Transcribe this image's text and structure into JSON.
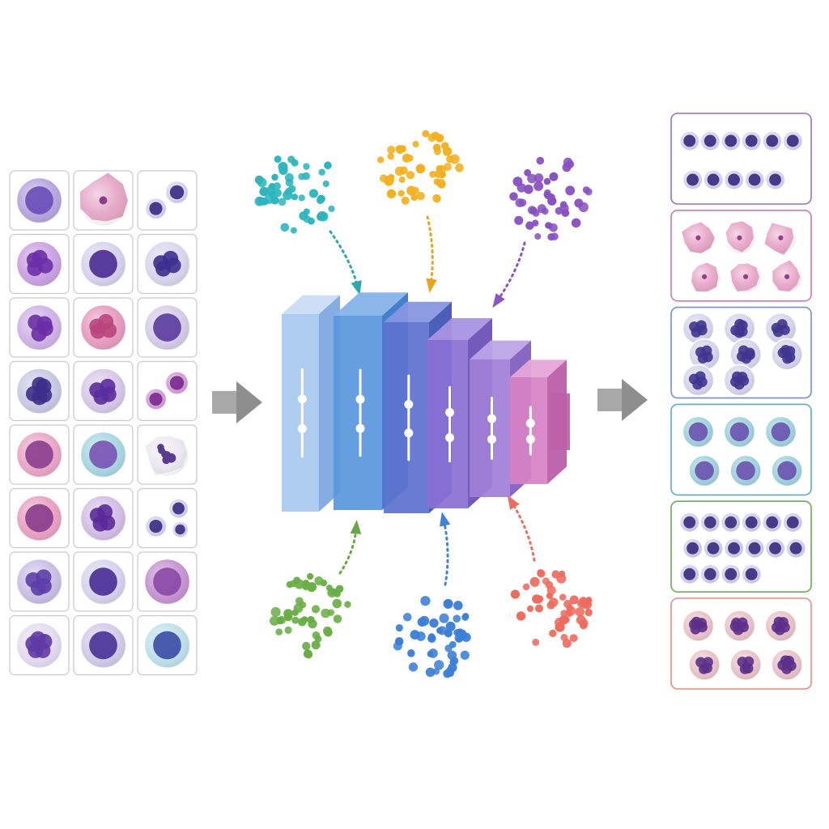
{
  "input_grid": {
    "rows": 8,
    "cols": 3,
    "tiles": [
      {
        "cell": "lymphocyte",
        "body": "#b7a6df",
        "nucleus": "#6a4fb8",
        "form": "round"
      },
      {
        "cell": "squamous-cell",
        "body": "#e5a6c6",
        "nucleus": "#8a3f8c",
        "form": "irregular"
      },
      {
        "cell": "small-cells-pair",
        "body": "#d7d2ec",
        "nucleus": "#3b2c85",
        "form": "pair"
      },
      {
        "cell": "neutrophil",
        "body": "#caa2e2",
        "nucleus": "#6b2fa8",
        "form": "lobed"
      },
      {
        "cell": "lymphocyte",
        "body": "#d8d3ef",
        "nucleus": "#4c2f96",
        "form": "round"
      },
      {
        "cell": "neutrophil",
        "body": "#d9d6ee",
        "nucleus": "#3d2f8f",
        "form": "lobed"
      },
      {
        "cell": "neutrophil",
        "body": "#d0b3e8",
        "nucleus": "#6a2ea6",
        "form": "lobed"
      },
      {
        "cell": "eosinophil",
        "body": "#e79cc0",
        "nucleus": "#b8457d",
        "form": "lobed"
      },
      {
        "cell": "lymphocyte",
        "body": "#d6cde9",
        "nucleus": "#5b3e9e",
        "form": "round"
      },
      {
        "cell": "neutrophil",
        "body": "#c9c9e6",
        "nucleus": "#3d2d8a",
        "form": "lobed"
      },
      {
        "cell": "neutrophil",
        "body": "#d8c8ea",
        "nucleus": "#5a2c9c",
        "form": "lobed"
      },
      {
        "cell": "red-cells-pair",
        "body": "#d59ad8",
        "nucleus": "#7a2a8f",
        "form": "pair"
      },
      {
        "cell": "squamous-cell",
        "body": "#eaa7c8",
        "nucleus": "#8d3f8f",
        "form": "round"
      },
      {
        "cell": "monocyte",
        "body": "#a8d8e2",
        "nucleus": "#7a56b4",
        "form": "round"
      },
      {
        "cell": "platelet-cluster",
        "body": "#ece8f1",
        "nucleus": "#5a3a92",
        "form": "scatter"
      },
      {
        "cell": "squamous-cell",
        "body": "#e9a3c3",
        "nucleus": "#8a3d8c",
        "form": "round"
      },
      {
        "cell": "basophil",
        "body": "#d4bfe6",
        "nucleus": "#5a2a99",
        "form": "lobed"
      },
      {
        "cell": "small-cells-trio",
        "body": "#d2d2ea",
        "nucleus": "#3c2d86",
        "form": "trio"
      },
      {
        "cell": "monocyte",
        "body": "#c9c0e6",
        "nucleus": "#5d3ea8",
        "form": "lobed"
      },
      {
        "cell": "lymphocyte",
        "body": "#d8d3ef",
        "nucleus": "#4a2f96",
        "form": "round"
      },
      {
        "cell": "basophil",
        "body": "#c894d2",
        "nucleus": "#8a4aa8",
        "form": "round"
      },
      {
        "cell": "neutrophil",
        "body": "#e5dcf1",
        "nucleus": "#5f3aa4",
        "form": "lobed"
      },
      {
        "cell": "lymphocyte",
        "body": "#d2cce9",
        "nucleus": "#4b3498",
        "form": "round"
      },
      {
        "cell": "monocyte",
        "body": "#bfe2ec",
        "nucleus": "#3e4ea8",
        "form": "round"
      }
    ]
  },
  "input_arrow_icon": "arrow-right-icon",
  "output_arrow_icon": "arrow-right-icon",
  "network": {
    "icon": "cnn-layers-icon",
    "layers": [
      {
        "name": "layer-1",
        "front": "#a9c8f0",
        "side": "#7fa9df",
        "top": "#c9ddf6"
      },
      {
        "name": "layer-2",
        "front": "#5b97de",
        "side": "#3a78c9",
        "top": "#86b3ea"
      },
      {
        "name": "layer-3",
        "front": "#5c73cf",
        "side": "#4256b3",
        "top": "#8797e0"
      },
      {
        "name": "layer-4",
        "front": "#8a70d4",
        "side": "#6c52b8",
        "top": "#a893e1"
      },
      {
        "name": "layer-5",
        "front": "#a07fd8",
        "side": "#8360c0",
        "top": "#bca4e6"
      },
      {
        "name": "layer-6",
        "front": "#d782c6",
        "side": "#bb5fa9",
        "top": "#e6a7d8"
      }
    ]
  },
  "feature_clusters": [
    {
      "name": "teal-cluster",
      "color": "#2cb5be",
      "arrow_color": "#2aa7b1"
    },
    {
      "name": "yellow-cluster",
      "color": "#f2b01f",
      "arrow_color": "#e8a51b"
    },
    {
      "name": "purple-cluster",
      "color": "#8850c0",
      "arrow_color": "#8a55c2"
    },
    {
      "name": "green-cluster",
      "color": "#69ad45",
      "arrow_color": "#67a844"
    },
    {
      "name": "blue-cluster",
      "color": "#3b7fd6",
      "arrow_color": "#3f82d6"
    },
    {
      "name": "red-cluster",
      "color": "#ee6b5e",
      "arrow_color": "#ea6e62"
    }
  ],
  "output_groups": [
    {
      "name": "lymphocyte-group",
      "border": "#9b6ccc",
      "body": "#d5d3ec",
      "nucleus": "#3a2b7f",
      "form": "round",
      "count": 11
    },
    {
      "name": "squamous-group",
      "border": "#c978b8",
      "body": "#e8a6c8",
      "nucleus": "#9a3c8c",
      "form": "irregular",
      "count": 6
    },
    {
      "name": "neutrophil-group",
      "border": "#6f8fd6",
      "body": "#d6d5ec",
      "nucleus": "#3f3590",
      "form": "lobed",
      "count": 8
    },
    {
      "name": "monocyte-group",
      "border": "#4fb3be",
      "body": "#9fd2dc",
      "nucleus": "#6a55b0",
      "form": "round",
      "count": 6
    },
    {
      "name": "small-lymphocyte-group",
      "border": "#6aaa58",
      "body": "#d1cfe8",
      "nucleus": "#3a2c80",
      "form": "round",
      "count": 16
    },
    {
      "name": "eosinophil-group",
      "border": "#ec8a82",
      "body": "#e9c3c8",
      "nucleus": "#5c2f8a",
      "form": "lobed",
      "count": 6
    }
  ]
}
